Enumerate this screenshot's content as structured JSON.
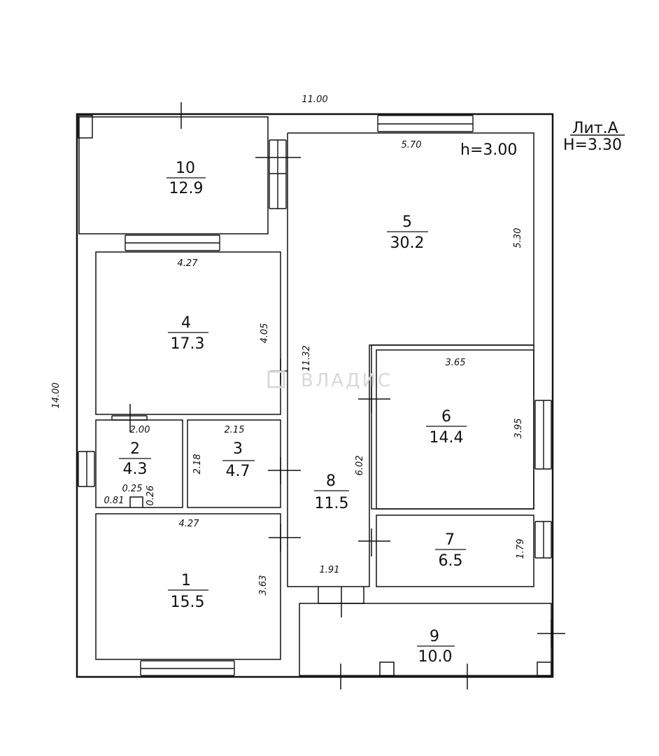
{
  "header": {
    "lit": "Лит.А",
    "height_total": "H=3.30"
  },
  "room5_height": "h=3.00",
  "watermark": "ВЛАДИС",
  "overall": {
    "width": "11.00",
    "length": "14.00"
  },
  "rooms": [
    {
      "id": "1",
      "area": "15.5"
    },
    {
      "id": "2",
      "area": "4.3"
    },
    {
      "id": "3",
      "area": "4.7"
    },
    {
      "id": "4",
      "area": "17.3"
    },
    {
      "id": "5",
      "area": "30.2"
    },
    {
      "id": "6",
      "area": "14.4"
    },
    {
      "id": "7",
      "area": "6.5"
    },
    {
      "id": "8",
      "area": "11.5"
    },
    {
      "id": "9",
      "area": "10.0"
    },
    {
      "id": "10",
      "area": "12.9"
    }
  ],
  "dims": {
    "r5_w": "5.70",
    "r5_h": "5.30",
    "r4_w": "4.27",
    "r4_h": "4.05",
    "r8_len": "11.32",
    "r8_len2": "6.02",
    "r8_w": "1.91",
    "r6_w": "3.65",
    "r6_h": "3.95",
    "r2_w": "2.00",
    "r2_a": "0.25",
    "r2_b": "0.26",
    "r2_c": "0.81",
    "r3_w": "2.15",
    "r3_h": "2.18",
    "r1_w": "4.27",
    "r1_h": "3.63",
    "r7_h": "1.79"
  }
}
